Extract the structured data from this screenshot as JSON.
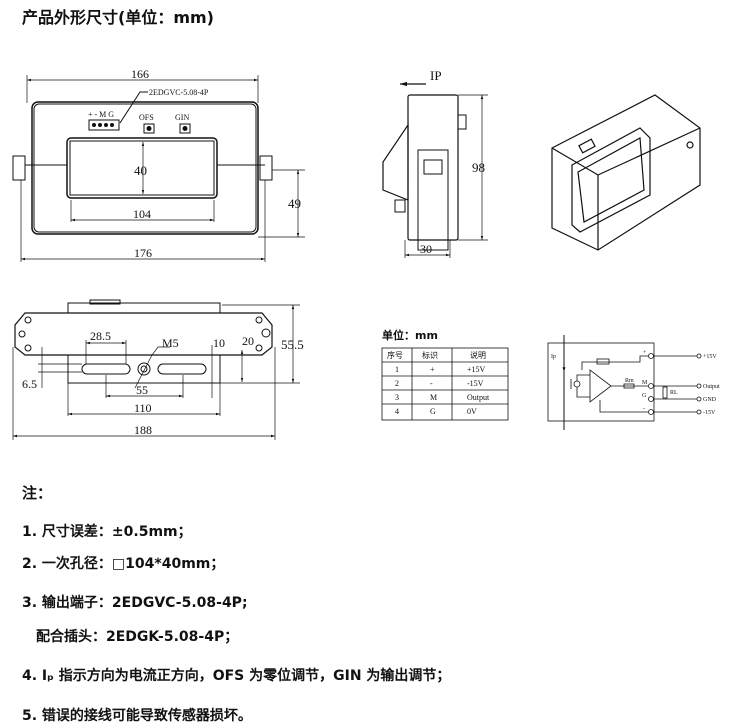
{
  "title": "产品外形尺寸(单位：mm)",
  "front_view": {
    "dim_top": "166",
    "connector_label": "2EDGVC-5.08-4P",
    "pin_labels": "+ - M G",
    "ofs": "OFS",
    "gin": "GIN",
    "dim_window_height": "40",
    "dim_window_width": "104",
    "dim_height": "49",
    "dim_bottom": "176"
  },
  "side_view": {
    "ip_label": "IP",
    "dim_height": "98",
    "dim_depth": "30"
  },
  "bottom_view": {
    "dim_slot": "28.5",
    "dim_screw": "M5",
    "dim_slot_width": "10",
    "dim_20": "20",
    "dim_height": "55.5",
    "dim_offset": "6.5",
    "dim_slot_spacing": "55",
    "dim_base": "110",
    "dim_total": "188"
  },
  "pin_table": {
    "unit": "单位：mm",
    "headers": [
      "序号",
      "标识",
      "说明"
    ],
    "rows": [
      [
        "1",
        "+",
        "+15V"
      ],
      [
        "2",
        "-",
        "-15V"
      ],
      [
        "3",
        "M",
        "Output"
      ],
      [
        "4",
        "G",
        "0V"
      ]
    ]
  },
  "circuit": {
    "ip": "Ip",
    "rm": "Rm",
    "rl": "RL",
    "pin_plus": "+",
    "pin_m": "M",
    "pin_g": "G",
    "pin_minus": "-",
    "out_plus": "+15V",
    "out_output": "Output",
    "out_gnd": "GND",
    "out_minus": "-15V"
  },
  "notes": {
    "heading": "注：",
    "items": [
      "1. 尺寸误差：±0.5mm；",
      "2. 一次孔径：□104*40mm；",
      "3. 输出端子：2EDGVC-5.08-4P;",
      "配合插头：2EDGK-5.08-4P；",
      "4. Iₚ 指示方向为电流正方向，OFS 为零位调节，GIN 为输出调节；",
      "5. 错误的接线可能导致传感器损坏。"
    ]
  }
}
